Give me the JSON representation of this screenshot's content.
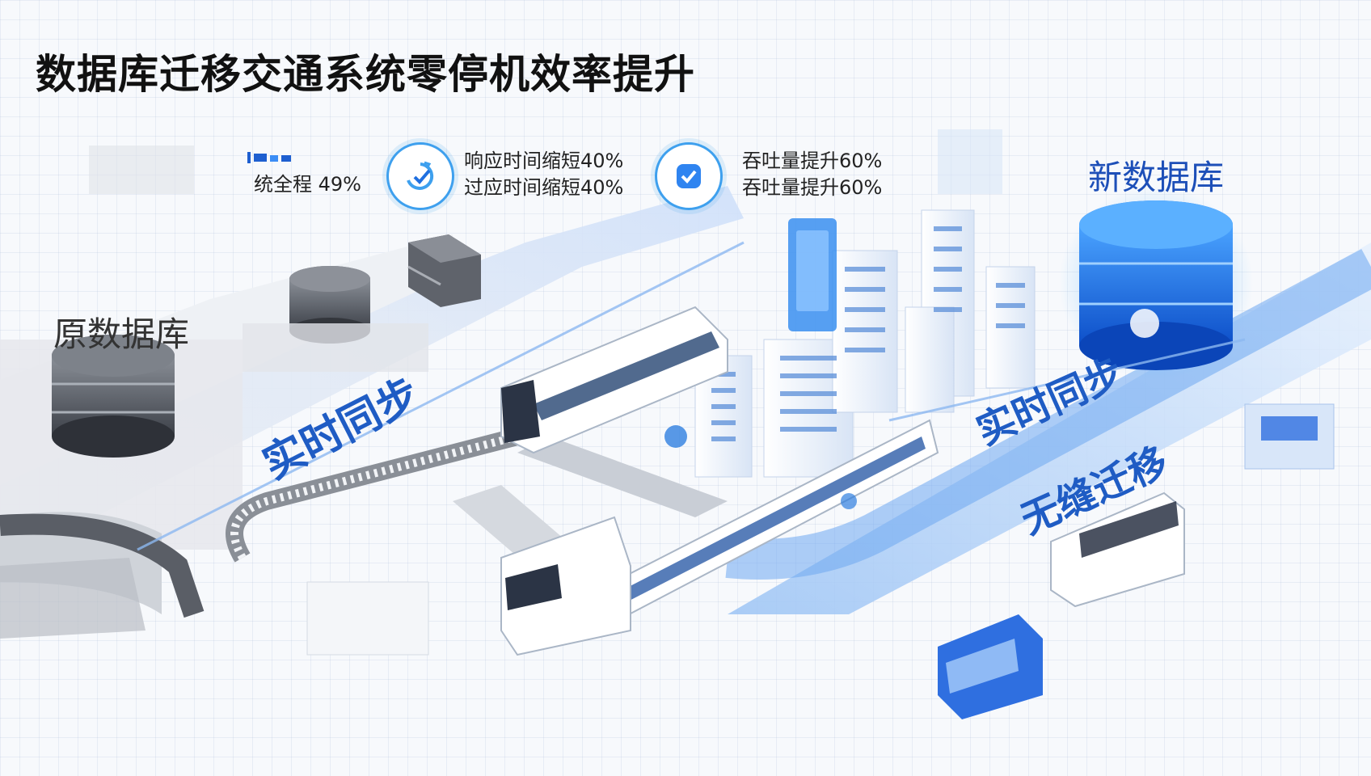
{
  "title": "数据库迁移交通系统零停机效率提升",
  "stats": [
    {
      "icon": "bus-stats-icon",
      "line1": "统全程 49%",
      "line2": ""
    },
    {
      "icon": "response-time-icon",
      "line1": "响应时间缩短40%",
      "line2": "过应时间缩短40%"
    },
    {
      "icon": "throughput-shield-icon",
      "line1": "吞吐量提升60%",
      "line2": "吞吐量提升60%"
    }
  ],
  "labels": {
    "old_db": "原数据库",
    "new_db": "新数据库",
    "sync_left": "实时同步",
    "sync_right": "实时同步",
    "seamless": "无缝迁移"
  },
  "colors": {
    "accent": "#2f7fe0",
    "new_db": "#1e6fe6",
    "old_db": "#6b6f76",
    "slogan": "#1f5cc4"
  }
}
